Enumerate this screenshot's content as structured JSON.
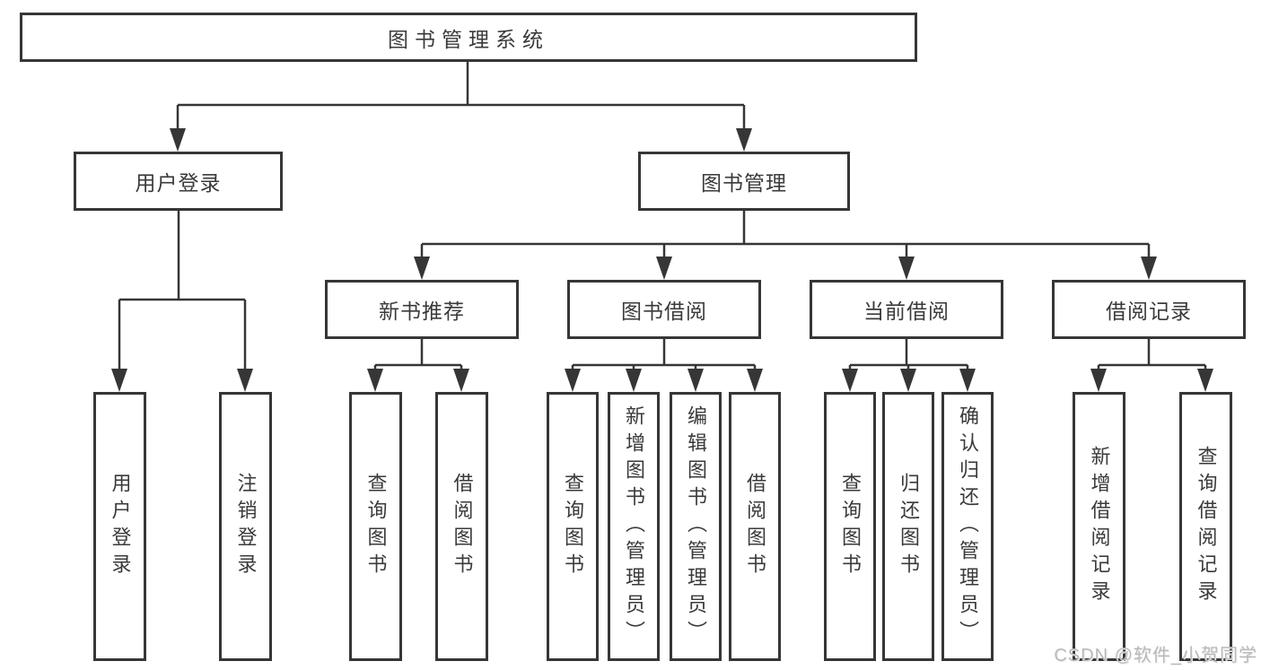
{
  "tree": {
    "label": "图书管理系统",
    "children": [
      {
        "label": "用户登录",
        "children": [
          {
            "label": "用户登录"
          },
          {
            "label": "注销登录"
          }
        ]
      },
      {
        "label": "图书管理",
        "children": [
          {
            "label": "新书推荐",
            "children": [
              {
                "label": "查询图书"
              },
              {
                "label": "借阅图书"
              }
            ]
          },
          {
            "label": "图书借阅",
            "children": [
              {
                "label": "查询图书"
              },
              {
                "label": "新增图书（管理员）"
              },
              {
                "label": "编辑图书（管理员）"
              },
              {
                "label": "借阅图书"
              }
            ]
          },
          {
            "label": "当前借阅",
            "children": [
              {
                "label": "查询图书"
              },
              {
                "label": "归还图书"
              },
              {
                "label": "确认归还（管理员）"
              }
            ]
          },
          {
            "label": "借阅记录",
            "children": [
              {
                "label": "新增借阅记录"
              },
              {
                "label": "查询借阅记录"
              }
            ]
          }
        ]
      }
    ]
  },
  "watermark": {
    "text": "CSDN @软件_小贺同学"
  },
  "colors": {
    "line": "#363636",
    "box_border": "#363636",
    "text": "#3a3a3a",
    "watermark": "#b9b9b9",
    "background": "#ffffff"
  }
}
